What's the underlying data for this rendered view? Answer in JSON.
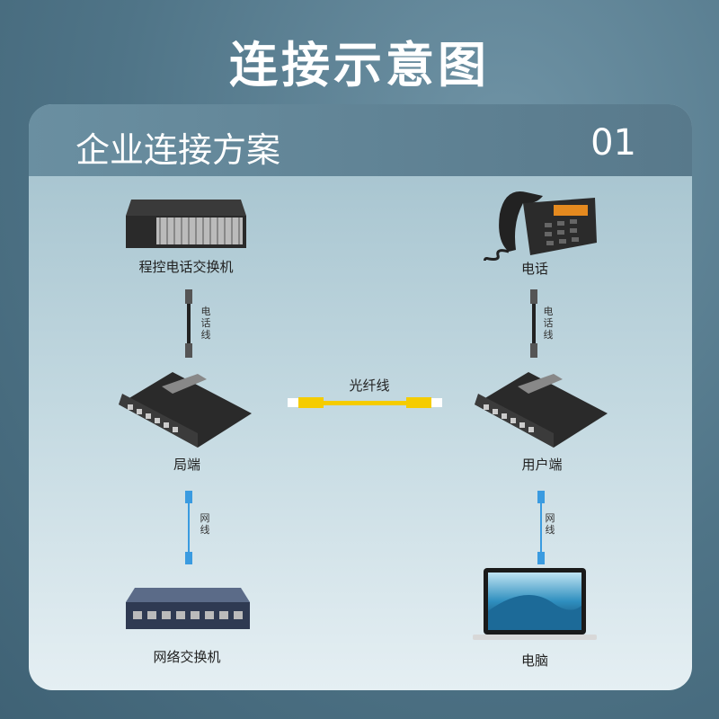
{
  "title": "连接示意图",
  "section": {
    "title": "企业连接方案",
    "number": "01"
  },
  "devices": {
    "pbx": "程控电话交换机",
    "phone": "电话",
    "local_end": "局端",
    "user_end": "用户端",
    "switch": "网络交换机",
    "computer": "电脑"
  },
  "cables": {
    "phone_line": [
      "电",
      "话",
      "线"
    ],
    "fiber": "光纤线",
    "network": [
      "网",
      "线"
    ]
  }
}
